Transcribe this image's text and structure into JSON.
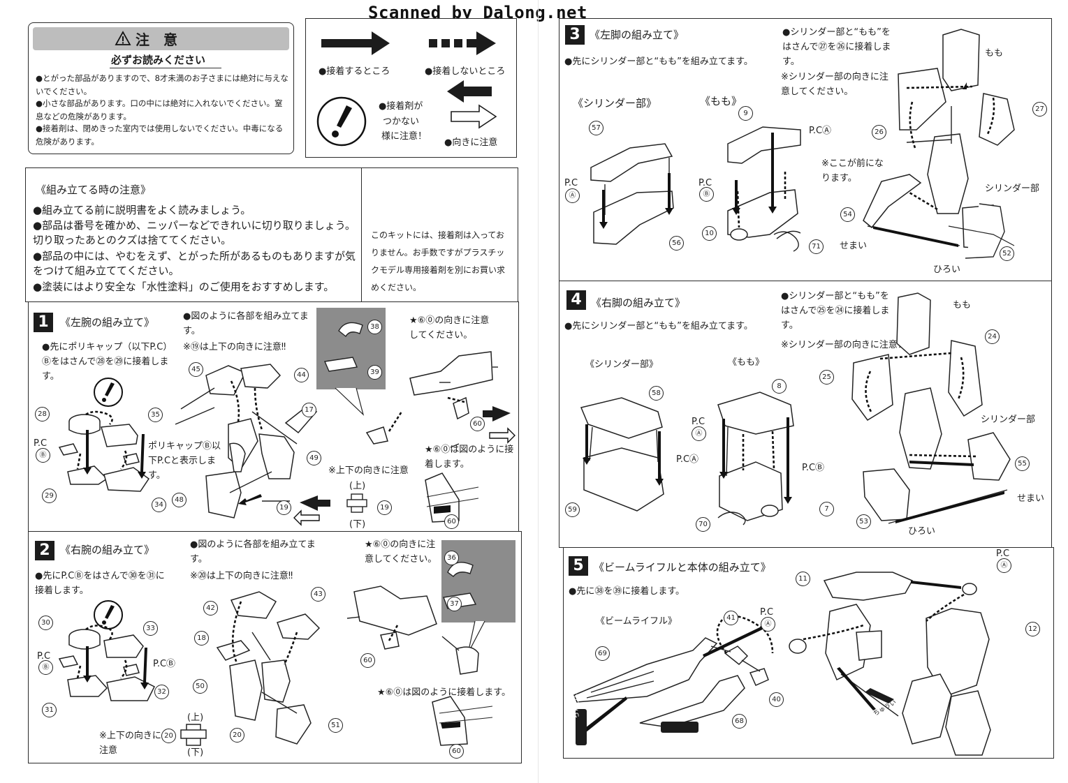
{
  "watermark": "Scanned by Dalong.net",
  "caution": {
    "title": "注　意",
    "subtitle": "必ずお読みください",
    "items": [
      "●とがった部品がありますので、8才未満のお子さまには絶対に与えないでください。",
      "●小さな部品があります。口の中には絶対に入れないでください。窒息などの危険があります。",
      "●接着剤は、閉めきった室内では使用しないでください。中毒になる危険があります。"
    ]
  },
  "legend": {
    "glue": "●接着するところ",
    "no_glue": "●接着しないところ",
    "warning_l1": "●接着剤が",
    "warning_l2": "つかない",
    "warning_l3": "様に注意！",
    "direction": "●向きに注意"
  },
  "assembly_notes": {
    "title": "《組み立てる時の注意》",
    "items": [
      "●組み立てる前に説明書をよく読みましょう。",
      "●部品は番号を確かめ、ニッパーなどできれいに切り取りましょう。切り取ったあとのクズは捨ててください。",
      "●部品の中には、やむをえず、とがった所があるものもありますが気をつけて組み立ててください。",
      "●塗装にはより安全な「水性塗料」のご使用をおすすめします。"
    ],
    "side_note": "このキットには、接着剤は入っておりません。お手数ですがプラスチックモデル専用接着剤を別にお買い求めください。"
  },
  "sections": {
    "s1": {
      "num": "1",
      "title": "《左腕の組み立て》",
      "text": "●先にポリキャップ（以下P.C）Ⓑをはさんで㉘を㉙に接着します。",
      "text2": "●図のように各部を組み立てます。",
      "text3": "※⑲は上下の向きに注意‼",
      "text4": "★⑥⓪の向きに注意してください。",
      "text5": "★⑥⓪は図のように接着します。",
      "polycap": "ポリキャップⒷ以下P.Cと表示します。",
      "updown": "※上下の向きに注意",
      "up": "(上)",
      "down": "(下)"
    },
    "s2": {
      "num": "2",
      "title": "《右腕の組み立て》",
      "text": "●先にP.CⒷをはさんで㉚を㉛に接着します。",
      "text2": "●図のように各部を組み立てます。",
      "text3": "※⑳は上下の向きに注意‼",
      "text4": "★⑥⓪の向きに注意してください。",
      "text5": "★⑥⓪は図のように接着します。",
      "updown": "※上下の向きに注意",
      "up": "(上)",
      "down": "(下)"
    },
    "s3": {
      "num": "3",
      "title": "《左脚の組み立て》",
      "text": "●先にシリンダー部と“もも”を組み立てます。",
      "text2": "●シリンダー部と“もも”をはさんで㉗を㉖に接着します。",
      "text3": "※シリンダー部の向きに注意してください。",
      "cyl": "《シリンダー部》",
      "thigh": "《もも》",
      "front": "※ここが前になります。",
      "label_thigh": "もも",
      "label_cyl": "シリンダー部",
      "narrow": "せまい",
      "wide": "ひろい"
    },
    "s4": {
      "num": "4",
      "title": "《右脚の組み立て》",
      "text": "●先にシリンダー部と“もも”を組み立てます。",
      "text2": "●シリンダー部と“もも”をはさんで㉕を㉔に接着します。",
      "text3": "※シリンダー部の向きに注意！",
      "cyl": "《シリンダー部》",
      "thigh": "《もも》",
      "label_thigh": "もも",
      "label_cyl": "シリンダー部",
      "narrow": "せまい",
      "wide": "ひろい"
    },
    "s5": {
      "num": "5",
      "title": "《ビームライフルと本体の組み立て》",
      "text": "●先に㊳を㊴に接着します。",
      "rifle": "《ビームライフル》",
      "caution_tag": "ちゅうい"
    }
  },
  "labels": {
    "pc": "P.C",
    "pca": "P.CⒶ",
    "pcb": "P.CⒷ",
    "a": "Ⓐ",
    "b": "Ⓑ"
  },
  "parts": {
    "s1": [
      "28",
      "35",
      "29",
      "34",
      "45",
      "44",
      "17",
      "49",
      "48",
      "19",
      "38",
      "39",
      "60",
      "60"
    ],
    "s2": [
      "30",
      "33",
      "31",
      "32",
      "42",
      "43",
      "18",
      "50",
      "51",
      "20",
      "36",
      "37",
      "60",
      "60",
      "20"
    ],
    "s3": [
      "57",
      "56",
      "9",
      "10",
      "71",
      "26",
      "27",
      "54",
      "52"
    ],
    "s4": [
      "58",
      "59",
      "8",
      "70",
      "7",
      "25",
      "24",
      "55",
      "53"
    ],
    "s5": [
      "11",
      "12",
      "69",
      "41",
      "40",
      "68"
    ]
  }
}
